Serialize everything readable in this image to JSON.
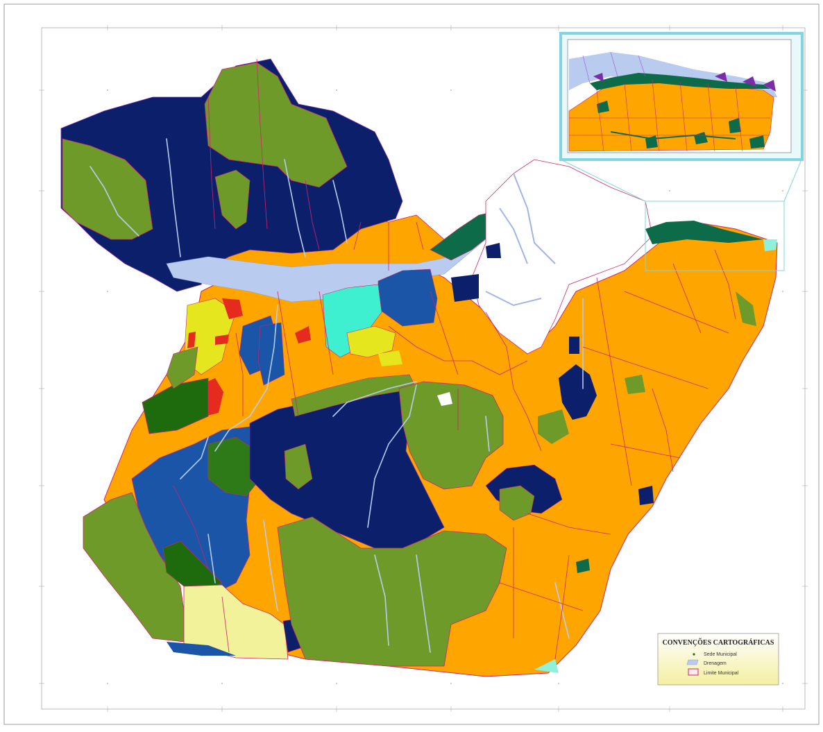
{
  "map": {
    "colors": {
      "background": "#ffffff",
      "frame": "#888888",
      "orange": "#FFA500",
      "navy": "#0B1F6B",
      "olive": "#6E9A2A",
      "royal_blue": "#1A55A8",
      "dark_green": "#1E6B0E",
      "teal_green": "#0E6B4A",
      "cyan": "#3EEFD0",
      "yellow": "#E6E61E",
      "pale_yellow": "#F2F29A",
      "red": "#E52A1E",
      "drainage": "#B9CCF0",
      "municipal_limit": "#D0246A",
      "inset_border": "#7FD6E0"
    }
  },
  "legend": {
    "title": "CONVENÇÕES CARTOGRÁFICAS",
    "items": [
      {
        "label": "Sede Municipal",
        "icon": "dot-icon",
        "color": "#1E6B0E"
      },
      {
        "label": "Drenagem",
        "icon": "drainage-swatch-icon",
        "color": "#B9CCF0"
      },
      {
        "label": "Limite Municipal",
        "icon": "limit-swatch-icon",
        "color": "#D0246A"
      }
    ]
  }
}
